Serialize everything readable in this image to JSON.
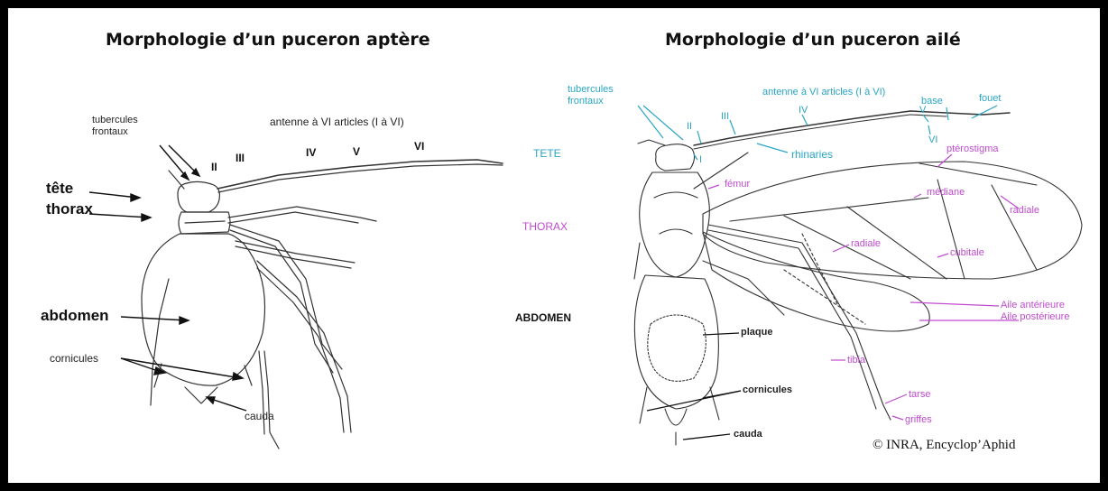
{
  "left": {
    "title": "Morphologie d’un puceron aptère",
    "labels": {
      "tubercules": "tubercules\nfrontaux",
      "antenne": "antenne à VI articles (I à VI)",
      "II": "II",
      "III": "III",
      "IV": "IV",
      "V": "V",
      "VI": "VI",
      "tete": "tête",
      "thorax": "thorax",
      "abdomen": "abdomen",
      "cornicules": "cornicules",
      "cauda": "cauda"
    }
  },
  "right": {
    "title": "Morphologie d’un puceron ailé",
    "sections": {
      "tete": "TETE",
      "thorax": "THORAX",
      "abdomen": "ABDOMEN"
    },
    "labels": {
      "tubercules": "tubercules\nfrontaux",
      "antenne": "antenne à VI articles (I à VI)",
      "II": "II",
      "III": "III",
      "IV": "IV",
      "V": "V",
      "VI": "VI",
      "I": "I",
      "base": "base",
      "fouet": "fouet",
      "rhinaries": "rhinaries",
      "pterostigma": "ptérostigma",
      "femur": "fémur",
      "mediane": "médiane",
      "radiale_top": "radiale",
      "radiale_mid": "radiale",
      "cubitale": "cubitale",
      "aile_ant": "Aile antérieure",
      "aile_post": "Aile postérieure",
      "plaque": "plaque",
      "tibia": "tibia",
      "cornicules": "cornicules",
      "tarse": "tarse",
      "griffes": "griffes",
      "cauda": "cauda"
    },
    "copyright": "© INRA, Encyclop’Aphid"
  },
  "colors": {
    "cyan": "#2aa5c4",
    "magenta": "#c04bd0",
    "frame": "#000000"
  }
}
